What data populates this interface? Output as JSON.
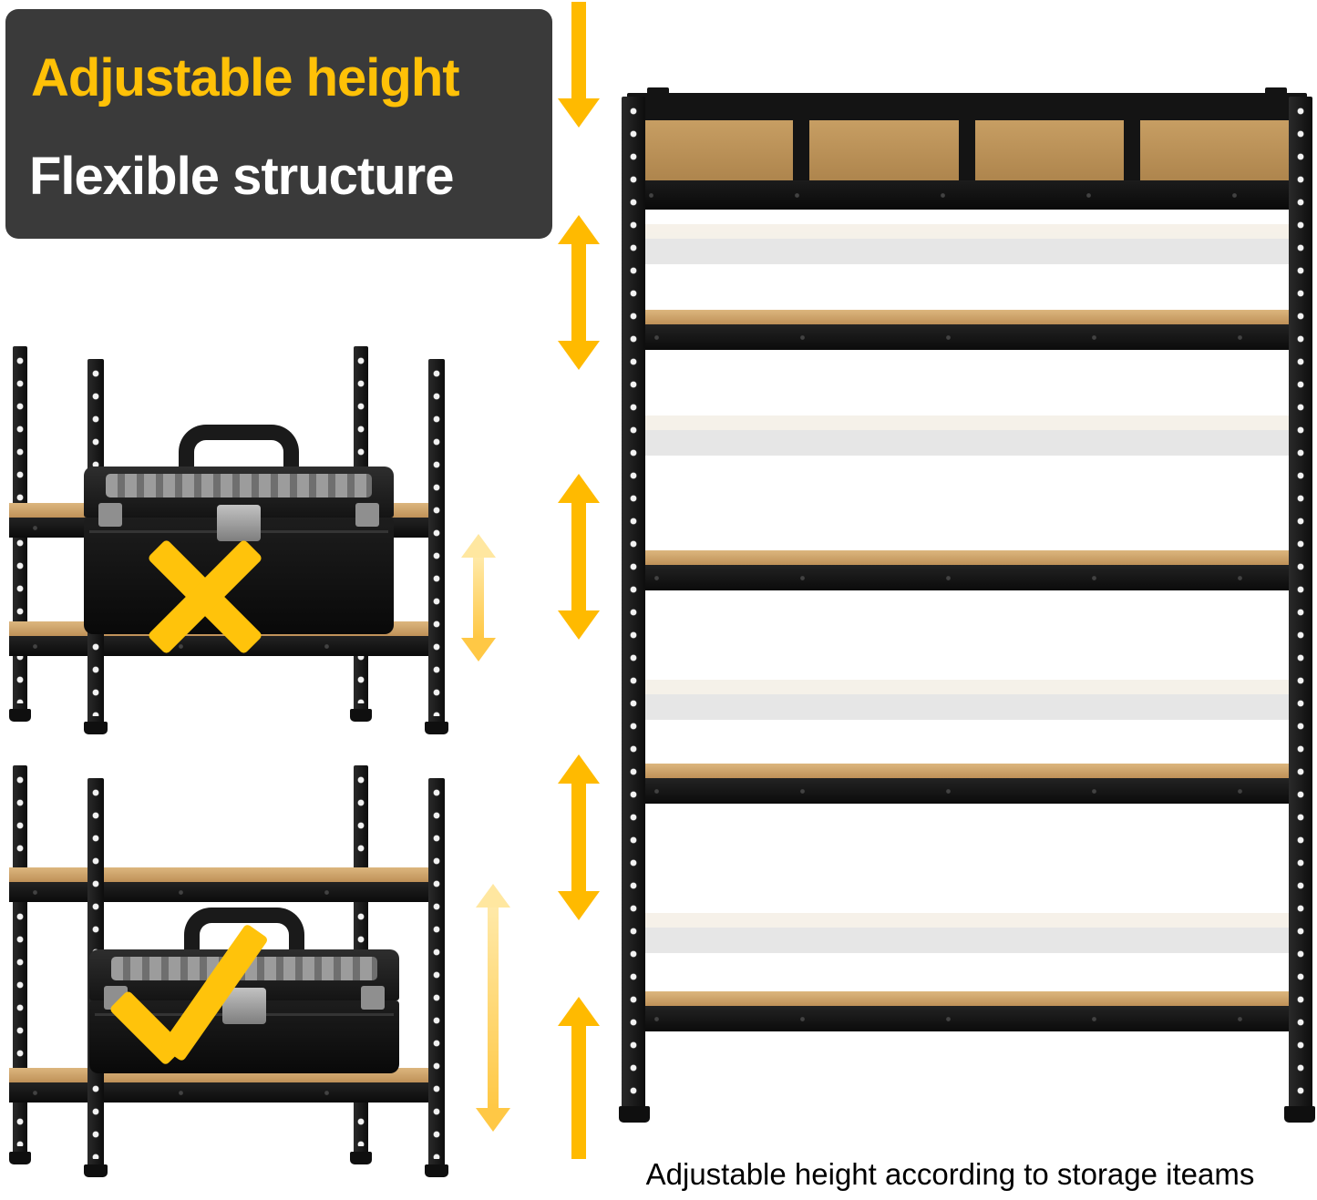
{
  "banner": {
    "title": "Adjustable height",
    "subtitle": "Flexible structure",
    "background_color": "#3A3A3A",
    "title_color": "#FFC107",
    "subtitle_color": "#FFFFFF"
  },
  "caption": "Adjustable height according to storage iteams",
  "large_unit": {
    "solid_shelf_count": 5,
    "ghost_shelf_count": 4
  },
  "small_units": [
    {
      "shelf_count": 2,
      "item": "toolbox",
      "mark": "x-mark-icon"
    },
    {
      "shelf_count": 2,
      "item": "toolbox",
      "mark": "check-mark-icon"
    }
  ],
  "icons": {
    "down_arrow": "height-adjust-arrow-down-icon",
    "up_arrow": "height-adjust-arrow-up-icon",
    "up_down_arrow": "height-adjust-arrow-icon",
    "wrong": "x-mark-icon",
    "correct": "check-mark-icon"
  },
  "colors": {
    "arrow_gold": "#FFBA00",
    "arrow_pale": "#FFD45A",
    "mark_yellow": "#FFC30B",
    "wood_tan": "#C9A064",
    "frame_black": "#161616"
  }
}
